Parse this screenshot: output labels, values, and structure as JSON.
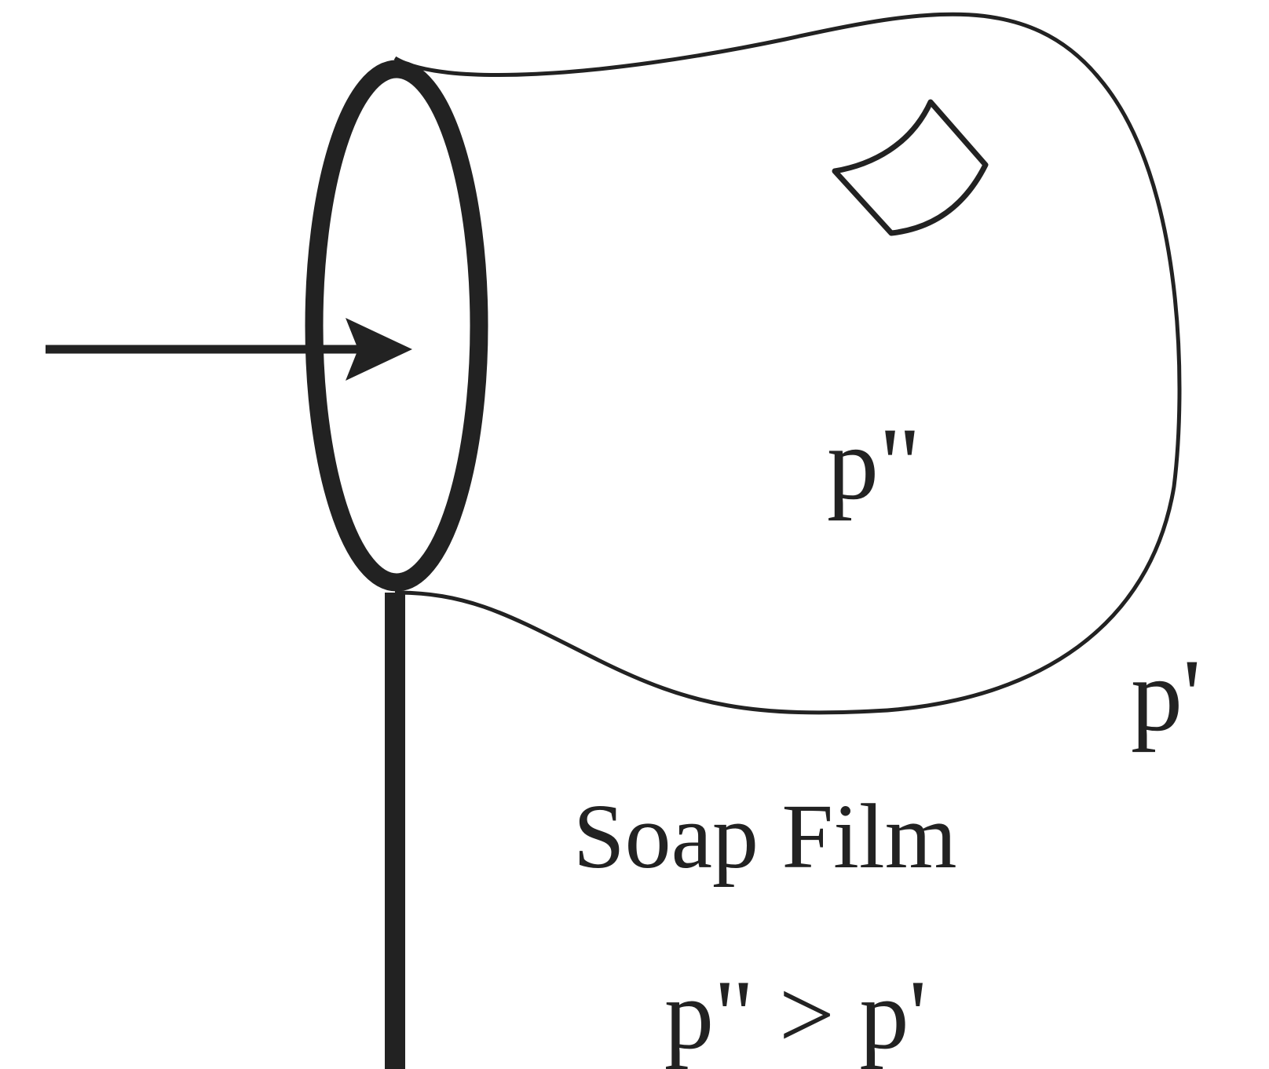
{
  "diagram": {
    "labels": {
      "inside_pressure": "p\"",
      "outside_pressure": "p'",
      "title": "Soap Film",
      "relation": "p\" > p'"
    },
    "colors": {
      "stroke": "#222222",
      "background": "#ffffff"
    },
    "icons": {
      "arrow": "arrow-right-icon",
      "ring": "wire-loop-icon"
    }
  }
}
